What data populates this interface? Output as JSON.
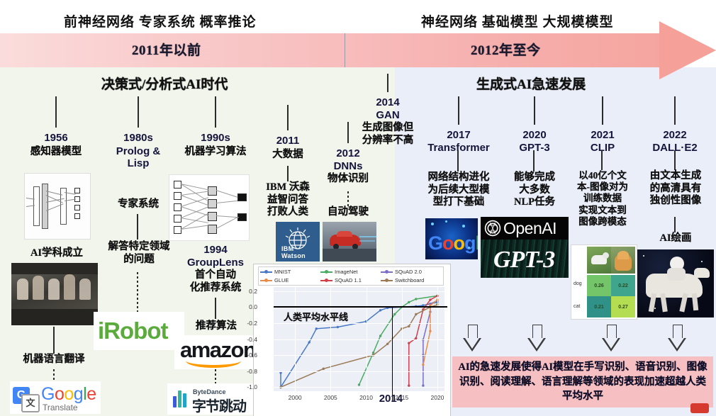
{
  "header": {
    "keywords_left": "前神经网络  专家系统   概率推论",
    "keywords_right": "神经网络  基础模型  大规模模型",
    "era_left": "2011年以前",
    "era_right": "2012年至今",
    "subtitle_left": "决策式/分析式AI时代",
    "subtitle_right": "生成式AI急速发展"
  },
  "nodes_left": [
    {
      "year": "1956",
      "title": "感知器模型",
      "caption": "AI学科成立",
      "caption2": "机器语言翻译",
      "image": "perceptron-diagram",
      "image2": "dartmouth-conference-photo",
      "image3": "google-translate-logo"
    },
    {
      "year": "1980s",
      "title": "Prolog &\nLisp",
      "line1": "专家系统",
      "line2": "解答特定领域\n的问题",
      "image": "irobot-logo"
    },
    {
      "year": "1990s",
      "title": "机器学习算法",
      "image": "neural-network-diagram",
      "sub_year": "1994",
      "sub_name": "GroupLens",
      "sub_desc": "首个自动\n化推荐系统",
      "sub_caption": "推荐算法",
      "image2": "amazon-logo",
      "image3": "bytedance-logo"
    },
    {
      "year": "2011",
      "title": "大数据",
      "caption": "IBM 沃森\n益智问答\n打败人类",
      "image": "ibm-watson-logo"
    },
    {
      "year": "2012",
      "title": "DNNs",
      "caption": "物体识别",
      "caption2": "自动驾驶",
      "image": "self-driving-car-photo"
    },
    {
      "year": "2014",
      "title": "GAN",
      "caption": "生成图像但\n分辨率不高"
    }
  ],
  "nodes_right": [
    {
      "year": "2017",
      "title": "Transformer",
      "caption": "网络结构进化\n为后续大型模\n型打下基础",
      "image": "google-brain-image"
    },
    {
      "year": "2020",
      "title": "GPT-3",
      "caption": "能够完成\n大多数\nNLP任务",
      "image": "openai-gpt3-logo"
    },
    {
      "year": "2021",
      "title": "CLIP",
      "caption": "以40亿个文\n本-图像对为\n训练数据\n实现文本到\n图像跨模态",
      "image": "clip-similarity-heatmap"
    },
    {
      "year": "2022",
      "title": "DALL·E2",
      "caption": "由文本生成\n的高清具有\n独创性图像",
      "caption2": "AI绘画",
      "image": "dalle2-astronaut-horse"
    }
  ],
  "clip_heatmap": {
    "rows": [
      "dog",
      "cat"
    ],
    "values": [
      [
        0.26,
        0.22
      ],
      [
        0.21,
        0.27
      ]
    ]
  },
  "brand_texts": {
    "irobot": "iRobot",
    "amazon": "amazon",
    "bytedance_en": "ByteDance",
    "bytedance_cn": "字节跳动",
    "watson": "IBM Watson",
    "openai": "OpenAI",
    "gpt3": "GPT-3",
    "google_translate": "Google",
    "google_translate_sub": "Translate",
    "google_brain": "Google"
  },
  "conclusion": "AI的急速发展使得AI模型在手写识别、语音识别、图像识别、阅读理解、语言理解等领域的表现加速超越人类平均水平",
  "chart_data": {
    "type": "line",
    "title": "",
    "xlabel": "",
    "ylabel": "",
    "annotation": "人类平均水平线",
    "annotation_x": "2014",
    "human_baseline": 0.0,
    "xlim": [
      1997,
      2021
    ],
    "ylim": [
      -1.05,
      0.25
    ],
    "xticks": [
      2000,
      2005,
      2010,
      2015,
      2020
    ],
    "yticks": [
      0.2,
      0.0,
      -0.2,
      -0.4,
      -0.6,
      -0.8,
      -1.0
    ],
    "ytick_labels": [
      "0.2",
      "0.0",
      "-0.2",
      "-0.4",
      "-0.6",
      "-0.8",
      "-1.0"
    ],
    "grid": true,
    "legend_position": "upper-left",
    "series": [
      {
        "name": "MNIST",
        "color": "#4878c8",
        "points": [
          [
            1998,
            -0.82
          ],
          [
            1998,
            -1.0
          ],
          [
            2002,
            -0.44
          ],
          [
            2003,
            -0.27
          ],
          [
            2006,
            -0.25
          ],
          [
            2010,
            -0.18
          ],
          [
            2012,
            -0.04
          ],
          [
            2013,
            -0.01
          ],
          [
            2017,
            0.01
          ],
          [
            2018,
            0.02
          ],
          [
            2020,
            0.06
          ]
        ]
      },
      {
        "name": "ImageNet",
        "color": "#4aab62",
        "points": [
          [
            2009,
            -0.97
          ],
          [
            2011,
            -0.57
          ],
          [
            2012,
            -0.36
          ],
          [
            2014,
            -0.09
          ],
          [
            2015,
            0.0
          ],
          [
            2016,
            0.06
          ],
          [
            2017,
            0.1
          ],
          [
            2020,
            0.14
          ]
        ]
      },
      {
        "name": "SQuAD 2.0",
        "color": "#7a6ec8",
        "points": [
          [
            2018,
            -0.98
          ],
          [
            2018,
            -0.6
          ],
          [
            2018,
            -0.41
          ],
          [
            2019,
            -0.06
          ],
          [
            2019,
            0.04
          ],
          [
            2020,
            0.08
          ]
        ]
      },
      {
        "name": "GLUE",
        "color": "#e88b4a",
        "points": [
          [
            2018,
            -0.72
          ],
          [
            2019,
            -0.3
          ],
          [
            2019,
            0.02
          ],
          [
            2020,
            0.09
          ]
        ]
      },
      {
        "name": "SQuAD 1.1",
        "color": "#d0404a",
        "points": [
          [
            2016,
            -0.98
          ],
          [
            2016,
            -0.45
          ],
          [
            2017,
            -0.39
          ],
          [
            2018,
            -0.03
          ],
          [
            2019,
            0.09
          ],
          [
            2020,
            0.14
          ]
        ]
      },
      {
        "name": "Switchboard",
        "color": "#9b7a55",
        "points": [
          [
            1998,
            -1.0
          ],
          [
            2004,
            -0.77
          ],
          [
            2011,
            -0.6
          ],
          [
            2013,
            -0.46
          ],
          [
            2015,
            -0.27
          ],
          [
            2016,
            -0.24
          ],
          [
            2017,
            -0.09
          ],
          [
            2019,
            0.0
          ],
          [
            2020,
            0.03
          ]
        ]
      }
    ]
  }
}
